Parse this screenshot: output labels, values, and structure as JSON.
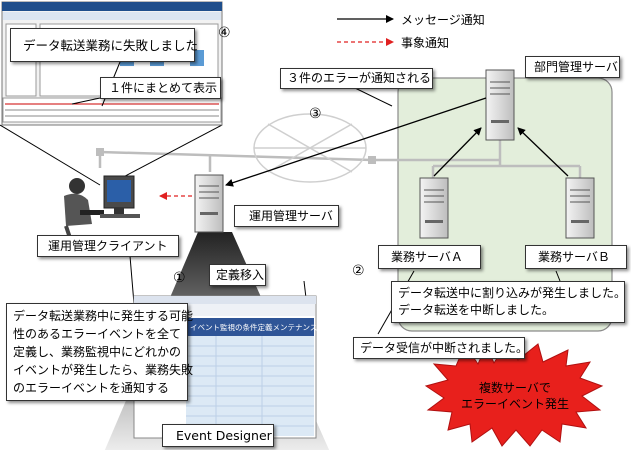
{
  "legend": {
    "message_label": "メッセージ通知",
    "event_label": "事象通知"
  },
  "steps": [
    "①",
    "②",
    "③",
    "④"
  ],
  "callouts": {
    "transfer_failed": "データ転送業務に失敗しました",
    "grouped_display": "１件にまとめて表示",
    "three_errors": "３件のエラーが通知される",
    "interrupt_lines": [
      "データ転送中に割り込みが発生しました。",
      "データ転送を中断しました。"
    ],
    "receive_interrupted": "データ受信が中断されました。",
    "event_designer_desc": [
      "データ転送業務中に発生する可能",
      "性のあるエラーイベントを全て",
      "定義し、業務監視中にどれかの",
      "イベントが発生したら、業務失敗",
      "のエラーイベントを通知する"
    ],
    "definition_transfer": "定義移入"
  },
  "nodes": {
    "dept_server": "部門管理サーバ",
    "ops_server": "運用管理サーバ",
    "client": "運用管理クライアント",
    "biz_server_a": "業務サーバＡ",
    "biz_server_b": "業務サーバＢ",
    "event_designer": "Event Designer"
  },
  "burst": [
    "複数サーバで",
    "エラーイベント発生"
  ],
  "event_designer_window": {
    "title": "イベント監視の条件定義メンテナンス"
  },
  "colors": {
    "burst_fill": "#e8201c",
    "dept_area_fill": "#e3eedb",
    "event_arrow": "#e02020",
    "designer_header": "#2f5597"
  }
}
